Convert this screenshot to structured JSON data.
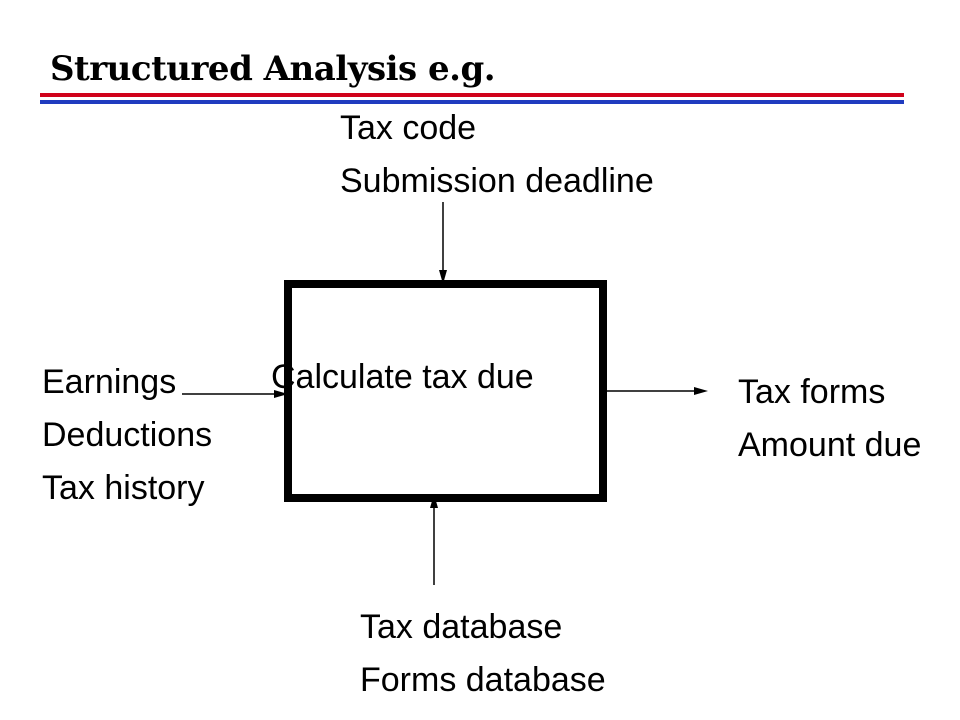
{
  "slide": {
    "title": "Structured Analysis e.g.",
    "rule_colors": {
      "upper": "#d0021b",
      "lower": "#1f3bbf"
    }
  },
  "diagram": {
    "process": {
      "label": "Calculate tax due"
    },
    "controls": [
      "Tax code",
      "Submission deadline"
    ],
    "inputs": [
      "Earnings",
      "Deductions",
      "Tax history"
    ],
    "outputs": [
      "Tax forms",
      "Amount due"
    ],
    "mechanisms": [
      "Tax database",
      "Forms database"
    ]
  }
}
